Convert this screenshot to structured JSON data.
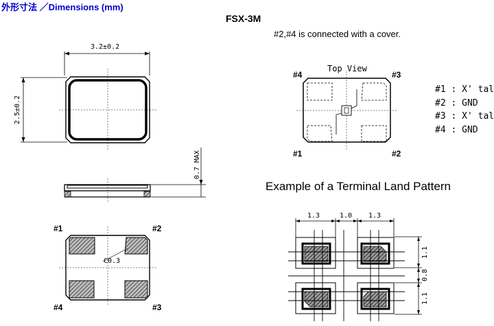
{
  "header": {
    "title": "外形寸法 ／Dimensions (mm)",
    "model": "FSX-3M",
    "cover_note": "#2,#4 is connected with a cover."
  },
  "outline": {
    "width_dim": "3.2±0.2",
    "height_dim": "2.5±0.2",
    "thickness_dim": "0.7 MAX",
    "chamfer_label": "C0.3"
  },
  "top_view": {
    "title": "Top View",
    "pins": [
      "#1",
      "#2",
      "#3",
      "#4"
    ]
  },
  "bottom_view": {
    "pins": [
      "#1",
      "#2",
      "#3",
      "#4"
    ]
  },
  "pin_list": [
    "#1 : X' tal",
    "#2 : GND",
    "#3 : X' tal",
    "#4 : GND"
  ],
  "land_pattern": {
    "title": "Example of a Terminal Land Pattern",
    "horizontal_dims": [
      "1.3",
      "1.0",
      "1.3"
    ],
    "vertical_dims": [
      "1.1",
      "0.8",
      "1.1"
    ]
  },
  "colors": {
    "title": "#0000cc",
    "line": "#000000",
    "pad_fill": "#555555"
  }
}
